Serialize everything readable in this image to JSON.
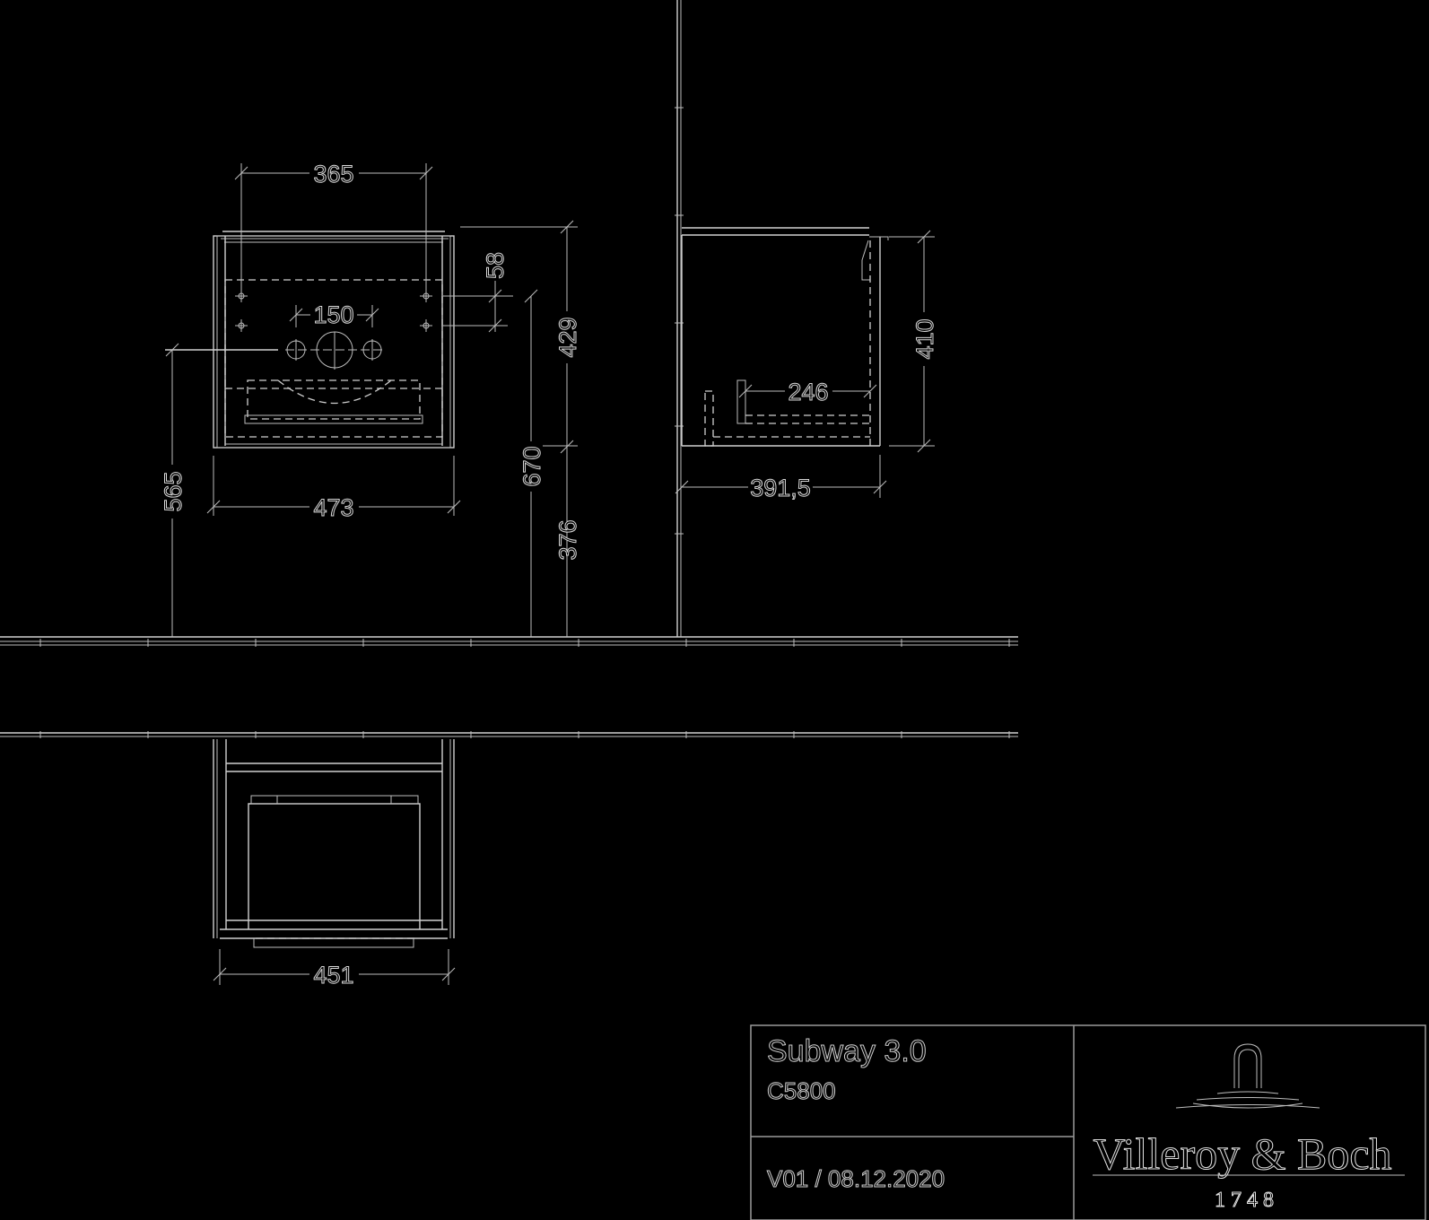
{
  "drawing": {
    "background": "#000000",
    "line_color": "#d0d0d0",
    "front_view": {
      "dims": {
        "top_width": "365",
        "hole_spacing": "150",
        "offset_top": "58",
        "height": "429",
        "overall_width": "473",
        "height_from_floor_top": "670",
        "height_from_floor_bottom": "376",
        "axis_height": "565"
      }
    },
    "side_view": {
      "dims": {
        "height": "410",
        "inner_depth": "246",
        "depth": "391,5"
      }
    },
    "top_view": {
      "dims": {
        "width": "451"
      }
    }
  },
  "title_block": {
    "product_name": "Subway 3.0",
    "product_code": "C5800",
    "version_date": "V01 / 08.12.2020",
    "brand_name": "Villeroy & Boch",
    "brand_year": "1748"
  }
}
